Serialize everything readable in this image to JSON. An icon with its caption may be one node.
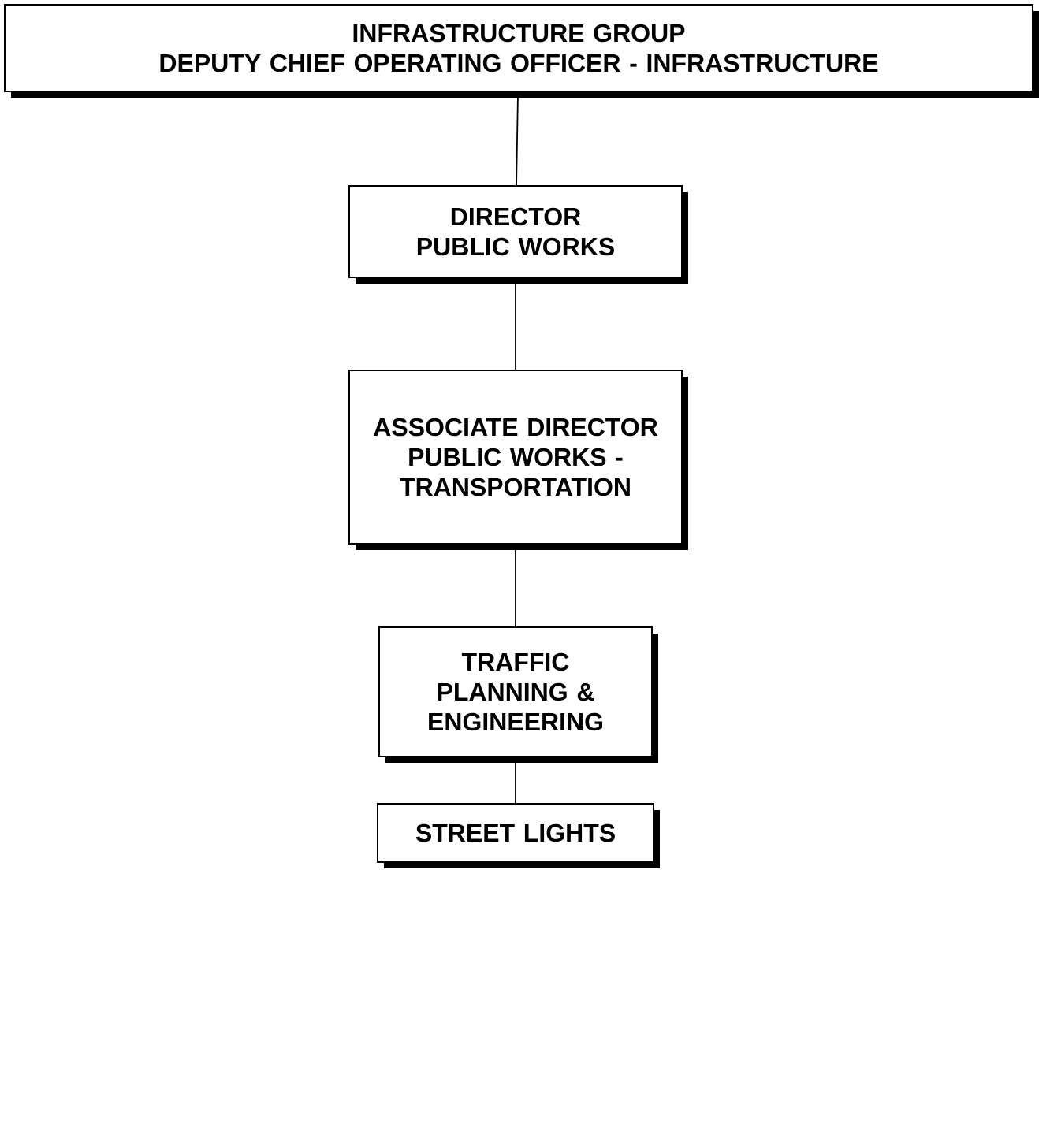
{
  "diagram": {
    "nodes": [
      {
        "text": [
          "INFRASTRUCTURE GROUP",
          "DEPUTY CHIEF OPERATING OFFICER - INFRASTRUCTURE"
        ]
      },
      {
        "text": [
          "DIRECTOR PUBLIC WORKS"
        ]
      },
      {
        "text": [
          "ASSOCIATE DIRECTOR PUBLIC WORKS - TRANSPORTATION"
        ]
      },
      {
        "text": [
          "TRAFFIC PLANNING & ENGINEERING"
        ]
      },
      {
        "text": [
          "STREET LIGHTS"
        ]
      }
    ],
    "edges": [
      {
        "from": 0,
        "to": 1,
        "arrow": "none"
      },
      {
        "from": 1,
        "to": 2,
        "arrow": "none"
      },
      {
        "from": 2,
        "to": 3,
        "arrow": "none"
      },
      {
        "from": 3,
        "to": 4,
        "arrow": "none"
      }
    ]
  }
}
